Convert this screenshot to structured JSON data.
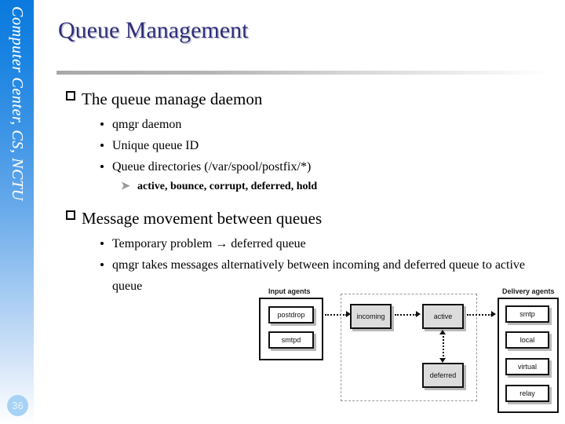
{
  "slide": {
    "title": "Queue Management",
    "page_number": "36",
    "sidebar_label": "Computer Center, CS, NCTU",
    "accent_color": "#0b79de",
    "title_color": "#2e2e7a"
  },
  "content": {
    "section1": {
      "heading": "The queue manage daemon",
      "bullets": [
        "qmgr daemon",
        "Unique queue ID",
        "Queue directories (/var/spool/postfix/*)"
      ],
      "subbullet": "active, bounce, corrupt, deferred, hold"
    },
    "section2": {
      "heading": "Message movement between queues",
      "bullets": [
        "Temporary problem → deferred queue",
        "qmgr takes messages alternatively between incoming and deferred queue to active queue"
      ]
    }
  },
  "diagram": {
    "input_group_label": "Input agents",
    "delivery_group_label": "Delivery agents",
    "input_agents": [
      "postdrop",
      "smtpd"
    ],
    "queues": [
      "incoming",
      "active",
      "deferred"
    ],
    "delivery_agents": [
      "smtp",
      "local",
      "virtual",
      "relay"
    ]
  }
}
